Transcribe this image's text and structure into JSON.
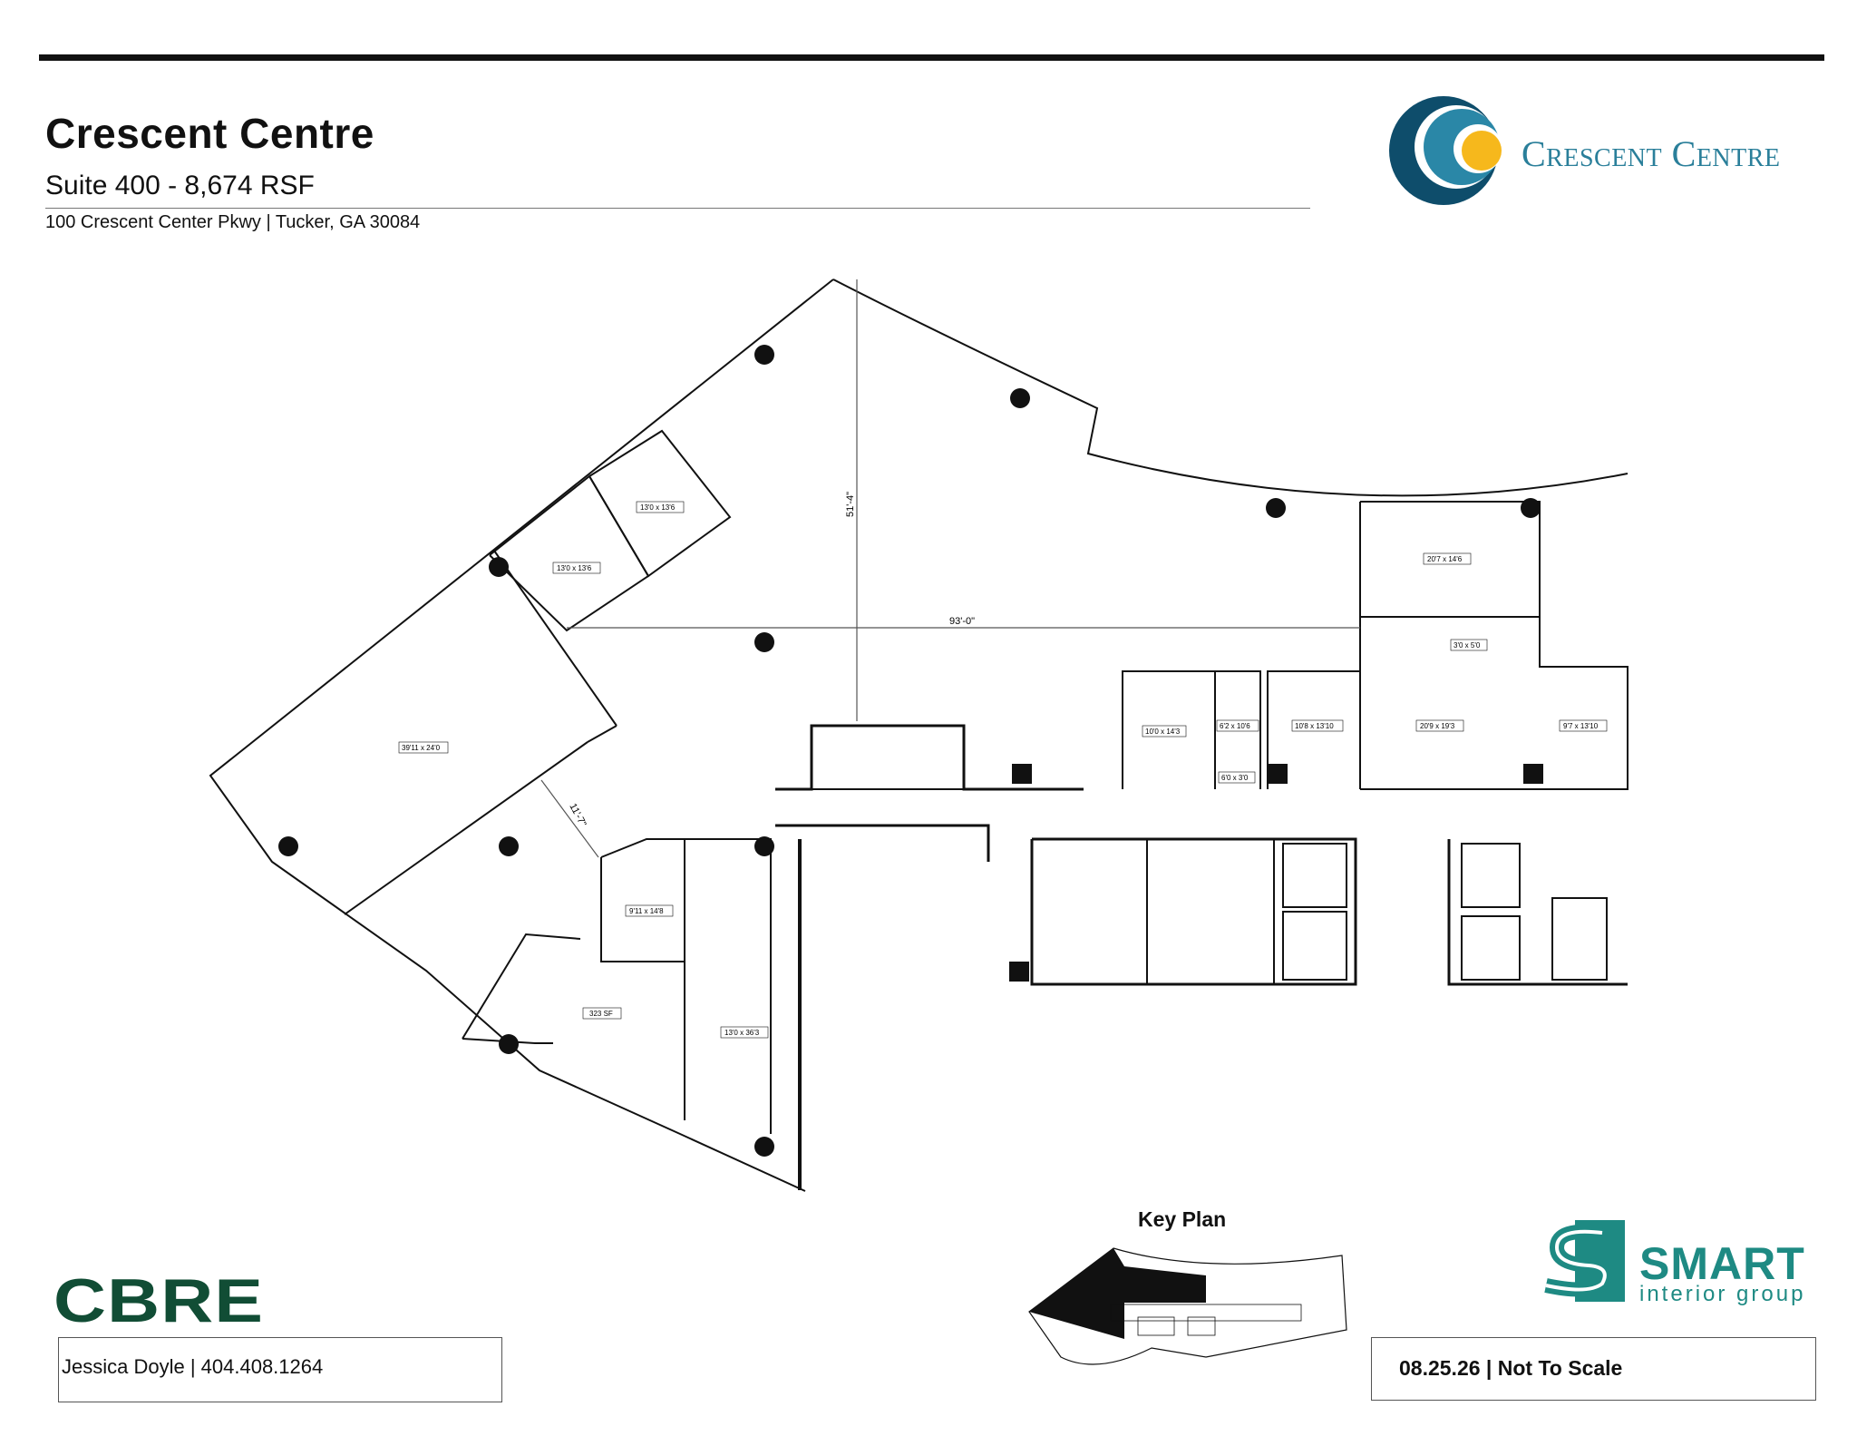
{
  "header": {
    "title": "Crescent Centre",
    "subtitle": "Suite 400 - 8,674 RSF",
    "address": "100 Crescent Center Pkwy | Tucker, GA 30084",
    "logo_text": "Crescent Centre"
  },
  "plan": {
    "dimensions": {
      "vertical": "51'-4\"",
      "horizontal": "93'-0\"",
      "diagonal": "11'-7\""
    },
    "rooms": [
      "13'0 x 13'6",
      "13'0 x 13'6",
      "39'11 x 24'0",
      "9'11 x 14'8",
      "323 SF",
      "13'0 x 36'3",
      "20'7 x 14'6",
      "3'0 x 5'0",
      "10'0 x 14'3",
      "6'2 x 10'6",
      "6'0 x 3'0",
      "10'8 x 13'10",
      "20'9 x 19'3",
      "9'7 x 13'10"
    ]
  },
  "footer": {
    "broker_logo": "CBRE",
    "contact": "Jessica Doyle | 404.408.1264",
    "keyplan_title": "Key Plan",
    "smart_name": "SMART",
    "smart_sub": "interior group",
    "date_note": "08.25.26 | Not To Scale"
  },
  "colors": {
    "cbre_green": "#114d35",
    "crescent_teal": "#2a7f9a",
    "crescent_navy": "#0e4d6b",
    "crescent_yellow": "#f6b81c",
    "smart_teal": "#1e8a83"
  }
}
